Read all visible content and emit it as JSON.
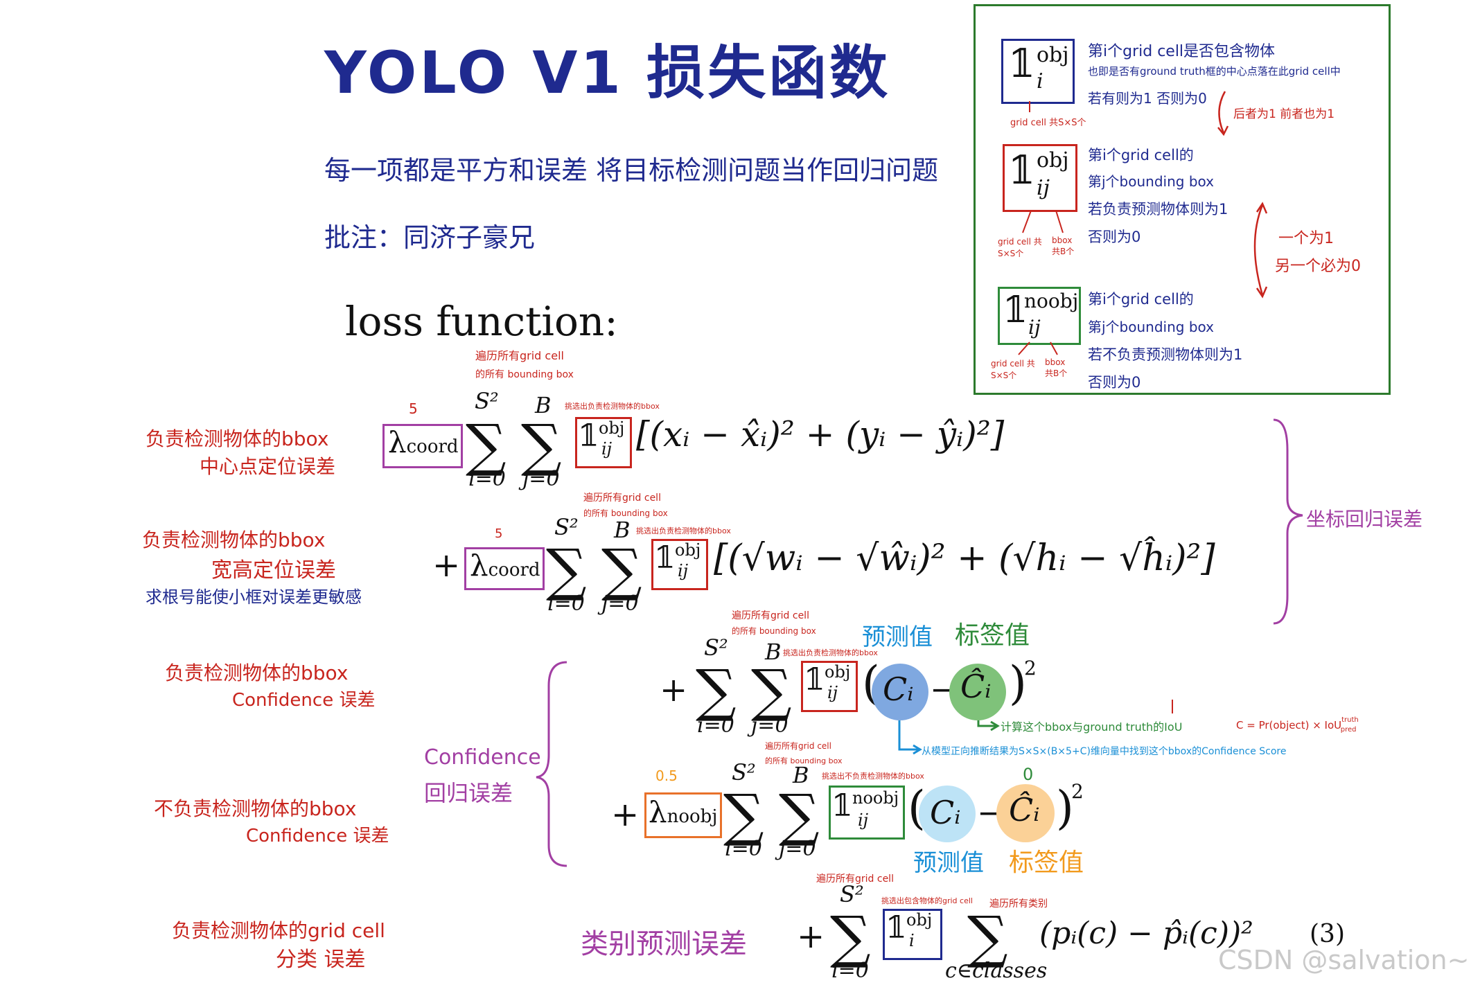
{
  "title": "YOLO V1 损失函数",
  "subtitle": "每一项都是平方和误差  将目标检测问题当作回归问题",
  "note": "批注：同济子豪兄",
  "loss_heading": "loss function:",
  "legend": {
    "item1": {
      "symbol": "𝟙",
      "sup": "obj",
      "sub": "i",
      "text_lines": [
        "第i个grid cell是否包含物体",
        "也即是否有ground truth框的中心点落在此grid cell中",
        "若有则为1 否则为0"
      ],
      "foot": "grid cell 共S×S个"
    },
    "item2": {
      "symbol": "𝟙",
      "sup": "obj",
      "sub": "ij",
      "text_lines": [
        "第i个grid cell的",
        "第j个bounding box",
        "若负责预测物体则为1",
        "否则为0"
      ],
      "foot_left": "grid cell 共S×S个",
      "foot_right": "bbox 共B个"
    },
    "item3": {
      "symbol": "𝟙",
      "sup": "noobj",
      "sub": "ij",
      "text_lines": [
        "第i个grid cell的",
        "第j个bounding box",
        "若不负责预测物体则为1",
        "否则为0"
      ],
      "foot_left": "grid cell 共S×S个",
      "foot_right": "bbox 共B个"
    },
    "arrow_note1": "后者为1 前者也为1",
    "arrow_note2_lines": [
      "一个为1",
      "另一个必为0"
    ]
  },
  "left_labels": {
    "l1": [
      "负责检测物体的bbox",
      "中心点定位误差"
    ],
    "l2": [
      "负责检测物体的bbox",
      "宽高定位误差"
    ],
    "l2_note": "求根号能使小框对误差更敏感",
    "l3": [
      "负责检测物体的bbox",
      "Confidence 误差"
    ],
    "l4": [
      "不负责检测物体的bbox",
      "Confidence 误差"
    ],
    "l5": [
      "负责检测物体的grid cell",
      "分类 误差"
    ]
  },
  "group_labels": {
    "coord": "坐标回归误差",
    "conf": [
      "Confidence",
      "回归误差"
    ],
    "cls": "类别预测误差"
  },
  "annotations": {
    "traverse1": [
      "遍历所有grid cell",
      "的所有 bounding box"
    ],
    "pick1": "挑选出负责检测物体的bbox",
    "lambda_coord_val": "5",
    "lambda_noobj_val": "0.5",
    "noobj_zero": "0",
    "pick_noobj": "挑选出不负责检测物体的bbox",
    "pred_label": "预测值",
    "gt_label": "标签值",
    "calc_iou": "计算这个bbox与ground truth的IoU",
    "from_model": "从模型正向推断结果为S×S×(B×5+C)维向量中找到这个bbox的Confidence Score",
    "c_formula": "C = Pr(object) × IoU",
    "c_sup": "truth",
    "c_sub": "pred",
    "pick_cls": "挑选出包含物体的grid cell",
    "traverse_cls": "遍历所有类别",
    "traverse_cell": "遍历所有grid cell"
  },
  "equation": {
    "lambda_coord": "λ",
    "coord_sub": "coord",
    "lambda_noobj": "λ",
    "noobj_sub": "noobj",
    "sum_top": "S²",
    "sum_bot_i": "i=0",
    "sum_top_B": "B",
    "sum_bot_j": "j=0",
    "term1": "[(xᵢ − x̂ᵢ)² + (yᵢ − ŷᵢ)²]",
    "term2": "[(√wᵢ − √ŵᵢ)² + (√hᵢ − √ĥᵢ)²]",
    "Ci": "Cᵢ",
    "Ci_hat": "Ĉᵢ",
    "sq": "2",
    "plus": "+",
    "minus": "−",
    "cls_sum_bot": "c∈classes",
    "term5": "(pᵢ(c) − p̂ᵢ(c))²",
    "eq_num": "(3)"
  },
  "watermark": "CSDN @salvation~",
  "colors": {
    "navy": "#1f2a8f",
    "red": "#c8251e",
    "purple": "#a23fa3",
    "green": "#2e8b3a",
    "blue": "#1a8fd6",
    "orange": "#f29a1d",
    "box_green": "#2c7a2c"
  }
}
